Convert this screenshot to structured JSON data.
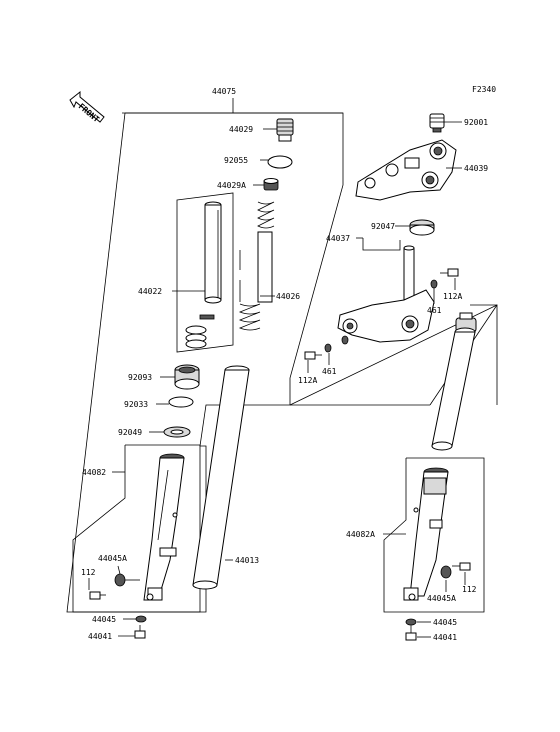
{
  "diagram": {
    "figure_code": "F2340",
    "front_label": "FRONT",
    "labels": [
      {
        "id": "44075",
        "text": "44075"
      },
      {
        "id": "44029",
        "text": "44029"
      },
      {
        "id": "92055",
        "text": "92055"
      },
      {
        "id": "44029A",
        "text": "44029A"
      },
      {
        "id": "44022",
        "text": "44022"
      },
      {
        "id": "44026",
        "text": "44026"
      },
      {
        "id": "92093",
        "text": "92093"
      },
      {
        "id": "92033",
        "text": "92033"
      },
      {
        "id": "92049",
        "text": "92049"
      },
      {
        "id": "44082",
        "text": "44082"
      },
      {
        "id": "44045A-left",
        "text": "44045A"
      },
      {
        "id": "112-left",
        "text": "112"
      },
      {
        "id": "44045-left",
        "text": "44045"
      },
      {
        "id": "44041-left",
        "text": "44041"
      },
      {
        "id": "44013",
        "text": "44013"
      },
      {
        "id": "92001",
        "text": "92001"
      },
      {
        "id": "44039",
        "text": "44039"
      },
      {
        "id": "92047",
        "text": "92047"
      },
      {
        "id": "44037",
        "text": "44037"
      },
      {
        "id": "112A-right",
        "text": "112A"
      },
      {
        "id": "461-right",
        "text": "461"
      },
      {
        "id": "112A-mid",
        "text": "112A"
      },
      {
        "id": "461-mid",
        "text": "461"
      },
      {
        "id": "44082A",
        "text": "44082A"
      },
      {
        "id": "112-right",
        "text": "112"
      },
      {
        "id": "44045A-right",
        "text": "44045A"
      },
      {
        "id": "44045-right",
        "text": "44045"
      },
      {
        "id": "44041-right",
        "text": "44041"
      }
    ]
  }
}
